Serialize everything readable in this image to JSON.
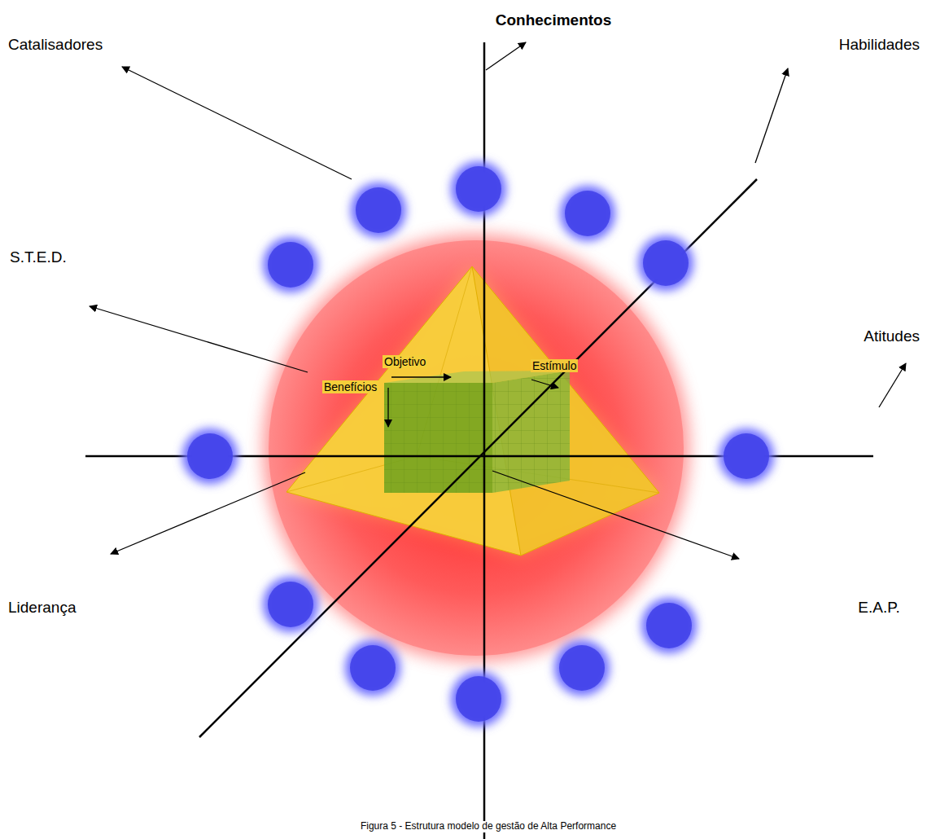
{
  "diagram": {
    "caption": "Figura 5 - Estrutura modelo de gestão de Alta Performance",
    "labels": [
      "Conhecimentos",
      "Catalisadores",
      "Habilidades",
      "S.T.E.D.",
      "Atitudes",
      "Objetivo",
      "Estímulo",
      "Benefícios",
      "Liderança",
      "E.A.P."
    ]
  }
}
